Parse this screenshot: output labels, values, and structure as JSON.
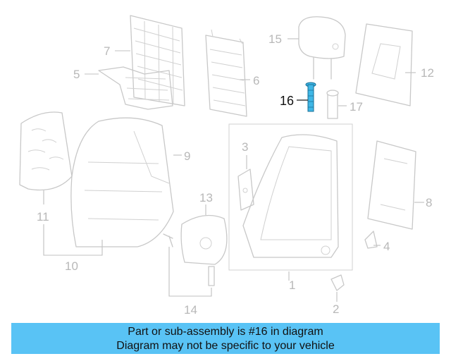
{
  "callouts": [
    "1",
    "2",
    "3",
    "4",
    "5",
    "6",
    "7",
    "8",
    "9",
    "10",
    "11",
    "12",
    "13",
    "14",
    "15",
    "16",
    "17"
  ],
  "highlighted_part": "16",
  "colors": {
    "banner": "#59c3f5",
    "highlight_part": "#3fb7e6",
    "line_art": "#c8c8c8"
  },
  "banner": {
    "line1": "Part or sub-assembly is #16 in diagram",
    "line2": "Diagram may not be specific to your vehicle"
  }
}
